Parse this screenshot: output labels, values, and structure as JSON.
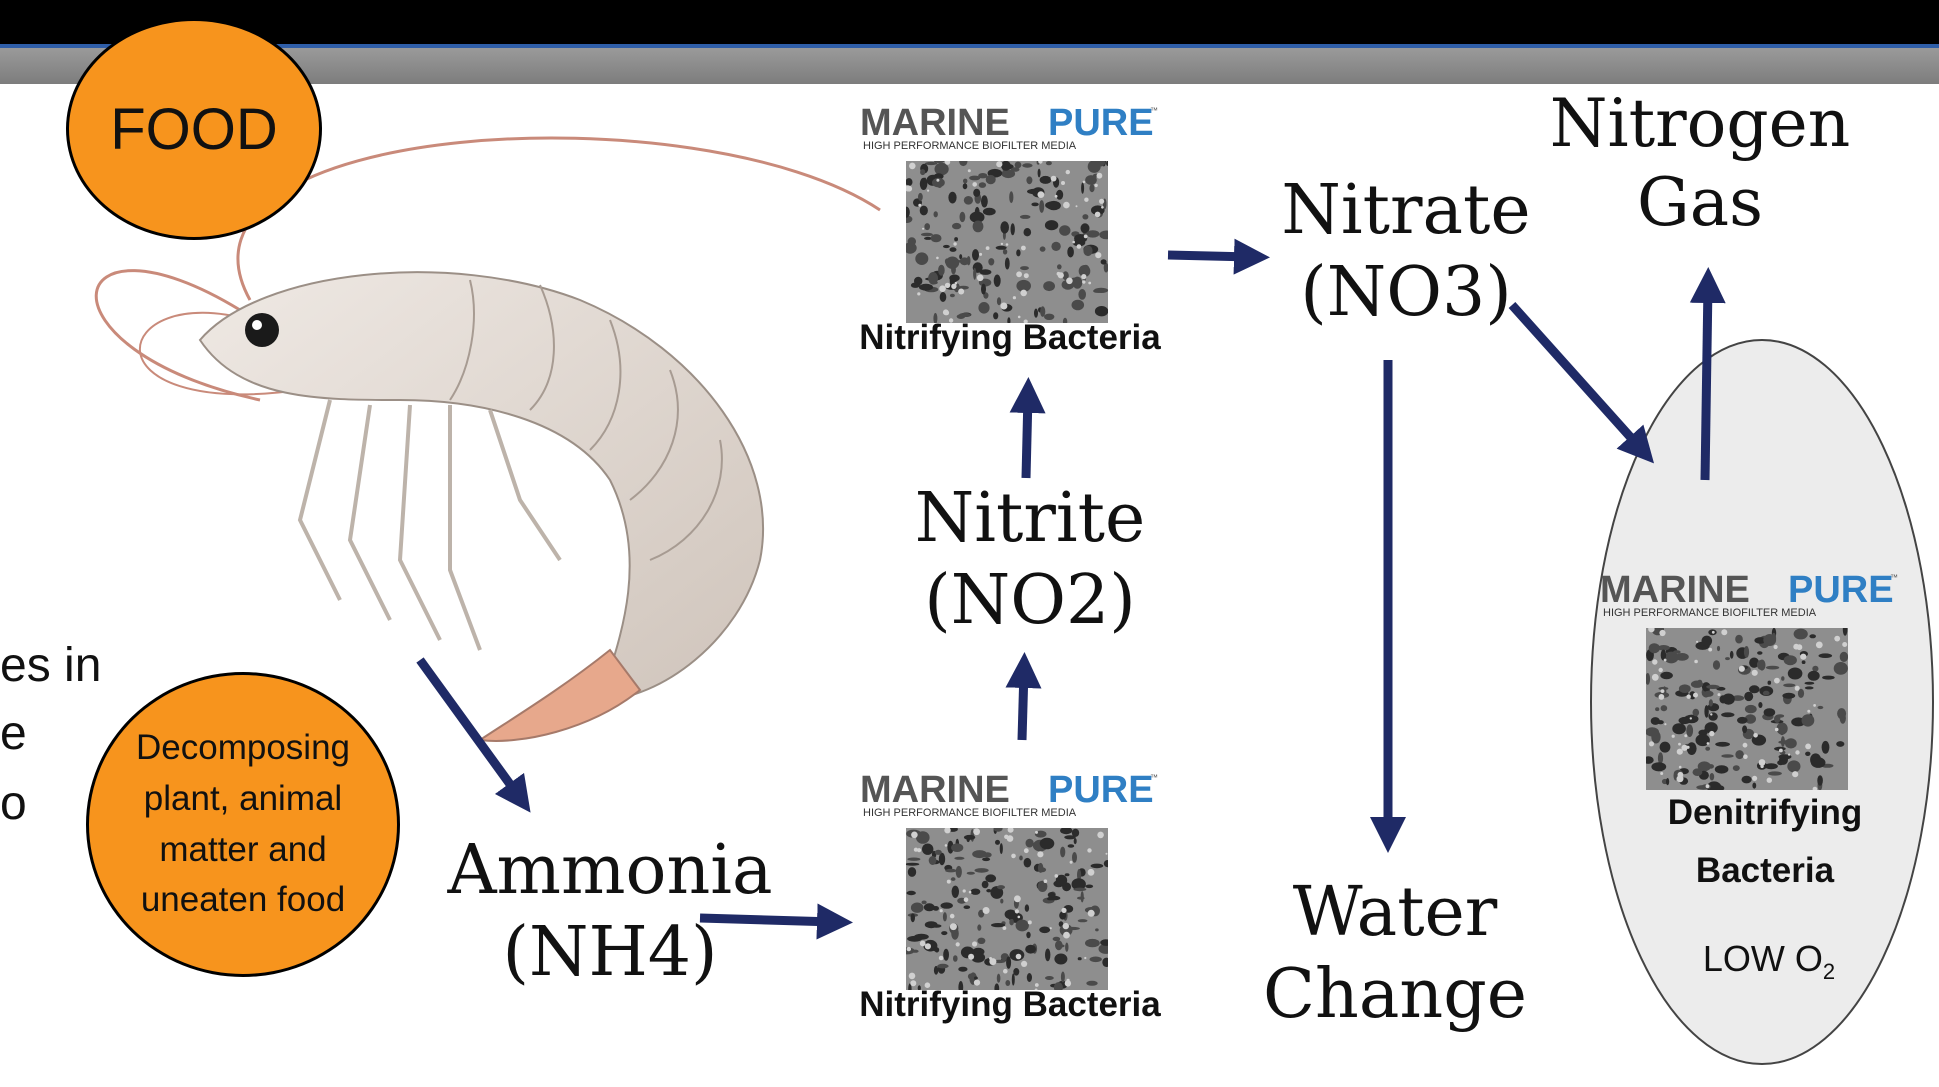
{
  "colors": {
    "arrow": "#1f2a66",
    "circle_fill": "#f7941d",
    "header_blue": "#2f5ea8"
  },
  "food_label": "FOOD",
  "decomposing_label": "Decomposing plant, animal matter and uneaten food",
  "partial_text": [
    "es in",
    "e",
    "o"
  ],
  "logo": {
    "word_a": "MARINE",
    "word_b": "PURE",
    "tagline": "HIGH PERFORMANCE BIOFILTER MEDIA",
    "tm": "™"
  },
  "nodes": {
    "ammonia": {
      "name": "Ammonia",
      "formula": "(NH4)"
    },
    "nitrite": {
      "name": "Nitrite",
      "formula": "(NO2)"
    },
    "nitrate": {
      "name": "Nitrate",
      "formula": "(NO3)"
    },
    "nitrogen": {
      "line1": "Nitrogen",
      "line2": "Gas"
    },
    "water": {
      "line1": "Water",
      "line2": "Change"
    }
  },
  "bacteria": {
    "nitrifying_top": "Nitrifying Bacteria",
    "nitrifying_bottom": "Nitrifying Bacteria",
    "denitrifying_line1": "Denitrifying",
    "denitrifying_line2": "Bacteria"
  },
  "low_oxygen": {
    "text": "LOW O",
    "subscript": "2"
  }
}
